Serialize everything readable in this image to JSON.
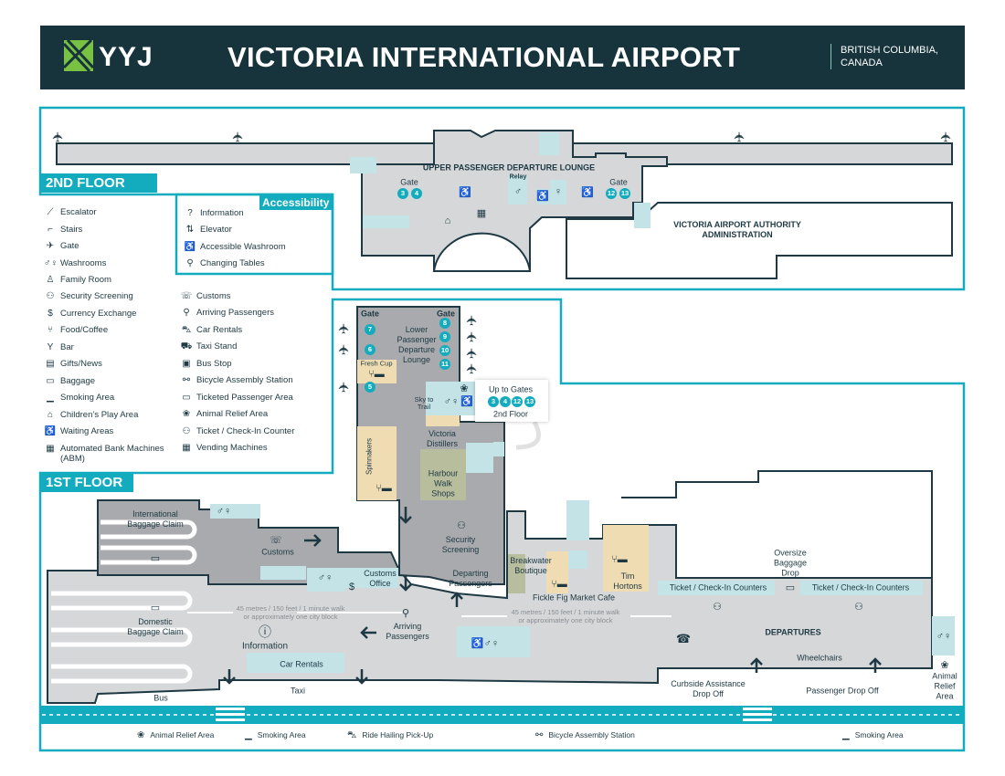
{
  "header": {
    "logo": "YYJ",
    "title": "VICTORIA INTERNATIONAL AIRPORT",
    "region_line1": "BRITISH COLUMBIA,",
    "region_line2": "CANADA"
  },
  "floor2": {
    "tab": "2ND FLOOR",
    "lounge": "UPPER PASSENGER DEPARTURE LOUNGE",
    "gate_label_left": "Gate",
    "gates_left": [
      "3",
      "4"
    ],
    "gate_label_right": "Gate",
    "gates_right": [
      "12",
      "13"
    ],
    "relay": "Relay",
    "admin_line1": "VICTORIA AIRPORT AUTHORITY",
    "admin_line2": "ADMINISTRATION"
  },
  "legend": {
    "items": [
      {
        "icon": "escalator-icon",
        "glyph": "⟋",
        "label": "Escalator"
      },
      {
        "icon": "stairs-icon",
        "glyph": "⌐",
        "label": "Stairs"
      },
      {
        "icon": "gate-icon",
        "glyph": "✈",
        "label": "Gate"
      },
      {
        "icon": "washrooms-icon",
        "glyph": "♂♀",
        "label": "Washrooms"
      },
      {
        "icon": "family-room-icon",
        "glyph": "♙",
        "label": "Family Room"
      },
      {
        "icon": "security-screening-icon",
        "glyph": "⚇",
        "label": "Security Screening"
      },
      {
        "icon": "currency-exchange-icon",
        "glyph": "$",
        "label": "Currency Exchange"
      },
      {
        "icon": "food-coffee-icon",
        "glyph": "⑂",
        "label": "Food/Coffee"
      },
      {
        "icon": "bar-icon",
        "glyph": "Y",
        "label": "Bar"
      },
      {
        "icon": "gifts-news-icon",
        "glyph": "▤",
        "label": "Gifts/News"
      },
      {
        "icon": "baggage-icon",
        "glyph": "▭",
        "label": "Baggage"
      },
      {
        "icon": "smoking-area-icon",
        "glyph": "▁",
        "label": "Smoking Area"
      },
      {
        "icon": "childrens-play-area-icon",
        "glyph": "⌂",
        "label": "Children’s Play Area"
      },
      {
        "icon": "waiting-areas-icon",
        "glyph": "♿",
        "label": "Waiting Areas"
      },
      {
        "icon": "abm-icon",
        "glyph": "▦",
        "label": "Automated Bank Machines",
        "label2": "(ABM)"
      }
    ],
    "accessibility": {
      "title": "Accessibility",
      "items": [
        {
          "icon": "information-icon",
          "glyph": "?",
          "label": "Information"
        },
        {
          "icon": "elevator-icon",
          "glyph": "⇅",
          "label": "Elevator"
        },
        {
          "icon": "accessible-washroom-icon",
          "glyph": "♿",
          "label": "Accessible Washroom"
        },
        {
          "icon": "changing-tables-icon",
          "glyph": "⚲",
          "label": "Changing Tables"
        }
      ]
    },
    "items_right": [
      {
        "icon": "customs-icon",
        "glyph": "☏",
        "label": "Customs"
      },
      {
        "icon": "arriving-passengers-icon",
        "glyph": "⚲",
        "label": "Arriving Passengers"
      },
      {
        "icon": "car-rentals-icon",
        "glyph": "⛍",
        "label": "Car Rentals"
      },
      {
        "icon": "taxi-stand-icon",
        "glyph": "⛟",
        "label": "Taxi Stand"
      },
      {
        "icon": "bus-stop-icon",
        "glyph": "▣",
        "label": "Bus Stop"
      },
      {
        "icon": "bicycle-assembly-icon",
        "glyph": "⚯",
        "label": "Bicycle Assembly Station"
      },
      {
        "icon": "ticketed-passenger-icon",
        "glyph": "▭",
        "label": "Ticketed Passenger Area"
      },
      {
        "icon": "animal-relief-icon",
        "glyph": "❀",
        "label": "Animal Relief Area"
      },
      {
        "icon": "check-in-counter-icon",
        "glyph": "⚇",
        "label": "Ticket / Check-In Counter"
      },
      {
        "icon": "vending-machines-icon",
        "glyph": "▦",
        "label": "Vending Machines"
      }
    ]
  },
  "floor1": {
    "tab": "1ST FLOOR",
    "gate_label_left": "Gate",
    "gates_left": [
      "7",
      "6",
      "5"
    ],
    "gate_label_right": "Gate",
    "gates_right": [
      "8",
      "9",
      "10",
      "11"
    ],
    "lower_lounge": [
      "Lower",
      "Passenger",
      "Departure",
      "Lounge"
    ],
    "fresh_cup": "Fresh Cup",
    "sky_to_trail": [
      "Sky to",
      "Trail"
    ],
    "up_to_gates": "Up to Gates",
    "up_gates": [
      "3",
      "4",
      "12",
      "13"
    ],
    "second_floor": "2nd Floor",
    "spinnakers": "Spinnakers",
    "victoria_distillers": [
      "Victoria",
      "Distillers"
    ],
    "harbour_walk": [
      "Harbour",
      "Walk",
      "Shops"
    ],
    "intl_baggage": [
      "International",
      "Baggage Claim"
    ],
    "customs": "Customs",
    "customs_office": [
      "Customs",
      "Office"
    ],
    "security": [
      "Security",
      "Screening"
    ],
    "departing": [
      "Departing",
      "Passengers"
    ],
    "domestic_baggage": [
      "Domestic",
      "Baggage Claim"
    ],
    "walk_note_1": "45 metres / 150 feet / 1 minute walk",
    "walk_note_2": "or approximately one city block",
    "information": "Information",
    "arriving": [
      "Arriving",
      "Passengers"
    ],
    "car_rentals": "Car Rentals",
    "taxi": "Taxi",
    "bus": "Bus",
    "breakwater": [
      "Breakwater",
      "Boutique"
    ],
    "fickle_fig": "Fickle Fig Market Cafe",
    "tim_hortons": [
      "Tim",
      "Hortons"
    ],
    "oversize": [
      "Oversize",
      "Baggage",
      "Drop"
    ],
    "ticket_counters": [
      "Ticket / Check-In Counters",
      "Ticket / Check-In Counters"
    ],
    "departures": "DEPARTURES",
    "wheelchairs": "Wheelchairs",
    "curbside": [
      "Curbside Assistance",
      "Drop Off"
    ],
    "passenger_drop_off": "Passenger Drop Off",
    "animal_relief": [
      "Animal",
      "Relief",
      "Area"
    ]
  },
  "curb": {
    "items": [
      {
        "icon": "animal-relief-icon",
        "glyph": "❀",
        "label": "Animal Relief Area"
      },
      {
        "icon": "smoking-area-icon",
        "glyph": "▁",
        "label": "Smoking Area"
      },
      {
        "icon": "ride-hailing-icon",
        "glyph": "⛍",
        "label": "Ride Hailing Pick-Up"
      },
      {
        "icon": "bicycle-icon",
        "glyph": "⚯",
        "label": "Bicycle Assembly Station"
      },
      {
        "icon": "smoking-area-icon",
        "glyph": "▁",
        "label": "Smoking Area"
      }
    ]
  },
  "colors": {
    "header": "#17343d",
    "accent": "#13acbf",
    "wall": "#1e3943",
    "floor_light": "#d5d7d9",
    "floor_dark": "#a8aaad",
    "service": "#c3e3e7",
    "food": "#f0dcb2",
    "shop": "#b7bd9d"
  }
}
